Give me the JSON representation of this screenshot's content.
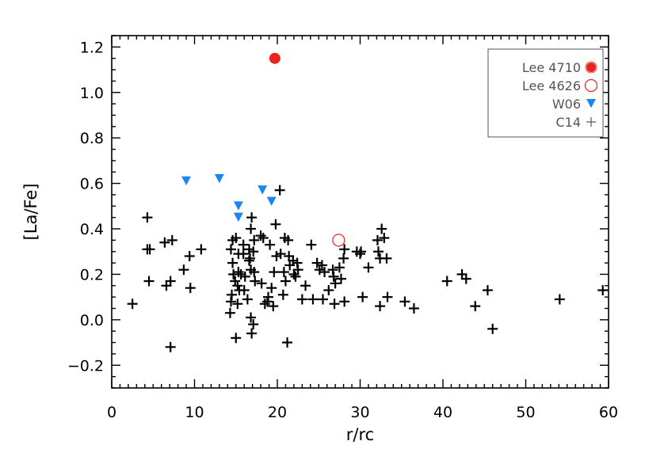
{
  "chart_data": {
    "type": "scatter",
    "xlabel": "r/rc",
    "ylabel": "[La/Fe]",
    "xlim": [
      0,
      60
    ],
    "ylim": [
      -0.3,
      1.25
    ],
    "x_ticks": [
      0,
      10,
      20,
      30,
      40,
      50,
      60
    ],
    "y_ticks": [
      -0.2,
      0.0,
      0.2,
      0.4,
      0.6,
      0.8,
      1.0,
      1.2
    ],
    "x_tick_labels": [
      "0",
      "10",
      "20",
      "30",
      "40",
      "50",
      "60"
    ],
    "y_tick_labels": [
      "−0.2",
      "0.0",
      "0.2",
      "0.4",
      "0.6",
      "0.8",
      "1.0",
      "1.2"
    ],
    "legend_position": "top-right",
    "series": [
      {
        "name": "Lee 4710",
        "marker": "filled-circle",
        "color": "#e8221e",
        "points": [
          [
            19.7,
            1.15
          ]
        ]
      },
      {
        "name": "Lee 4626",
        "marker": "open-circle",
        "color": "#e8221e",
        "points": [
          [
            27.4,
            0.35
          ]
        ]
      },
      {
        "name": "W06",
        "marker": "down-triangle",
        "color": "#1a87f0",
        "points": [
          [
            9.0,
            0.61
          ],
          [
            13.0,
            0.62
          ],
          [
            18.2,
            0.57
          ],
          [
            19.3,
            0.52
          ],
          [
            15.3,
            0.5
          ],
          [
            15.3,
            0.45
          ]
        ]
      },
      {
        "name": "C14",
        "marker": "plus",
        "color": "#000000",
        "points": [
          [
            2.5,
            0.07
          ],
          [
            4.3,
            0.45
          ],
          [
            4.3,
            0.31
          ],
          [
            4.6,
            0.31
          ],
          [
            4.5,
            0.17
          ],
          [
            6.4,
            0.34
          ],
          [
            6.6,
            0.15
          ],
          [
            7.1,
            0.17
          ],
          [
            7.3,
            0.35
          ],
          [
            7.1,
            -0.12
          ],
          [
            8.7,
            0.22
          ],
          [
            9.4,
            0.28
          ],
          [
            9.5,
            0.14
          ],
          [
            10.8,
            0.31
          ],
          [
            14.4,
            0.31
          ],
          [
            14.6,
            0.35
          ],
          [
            14.6,
            0.25
          ],
          [
            14.7,
            0.2
          ],
          [
            14.5,
            0.11
          ],
          [
            14.4,
            0.08
          ],
          [
            14.3,
            0.03
          ],
          [
            14.9,
            0.17
          ],
          [
            15.0,
            0.36
          ],
          [
            15.3,
            0.29
          ],
          [
            15.3,
            0.21
          ],
          [
            15.6,
            0.2
          ],
          [
            15.2,
            0.15
          ],
          [
            15.4,
            0.13
          ],
          [
            15.2,
            0.07
          ],
          [
            15.9,
            0.33
          ],
          [
            15.9,
            0.29
          ],
          [
            16.1,
            0.19
          ],
          [
            16.0,
            0.13
          ],
          [
            16.4,
            0.09
          ],
          [
            16.6,
            0.31
          ],
          [
            16.7,
            0.27
          ],
          [
            16.8,
            0.4
          ],
          [
            16.9,
            0.45
          ],
          [
            16.8,
            0.22
          ],
          [
            16.8,
            0.01
          ],
          [
            16.9,
            -0.06
          ],
          [
            17.1,
            0.3
          ],
          [
            17.2,
            0.35
          ],
          [
            17.2,
            0.21
          ],
          [
            17.3,
            0.17
          ],
          [
            17.1,
            -0.02
          ],
          [
            15.0,
            -0.08
          ],
          [
            16.6,
            0.26
          ],
          [
            18.0,
            0.37
          ],
          [
            18.3,
            0.36
          ],
          [
            18.1,
            0.16
          ],
          [
            18.5,
            0.07
          ],
          [
            18.8,
            0.08
          ],
          [
            18.9,
            0.1
          ],
          [
            19.1,
            0.33
          ],
          [
            19.3,
            0.14
          ],
          [
            19.6,
            0.21
          ],
          [
            19.5,
            0.06
          ],
          [
            19.8,
            0.42
          ],
          [
            19.9,
            0.28
          ],
          [
            20.3,
            0.57
          ],
          [
            20.4,
            0.29
          ],
          [
            20.7,
            0.11
          ],
          [
            20.8,
            0.21
          ],
          [
            20.9,
            0.36
          ],
          [
            21.0,
            0.17
          ],
          [
            21.3,
            0.35
          ],
          [
            21.4,
            0.28
          ],
          [
            21.5,
            0.24
          ],
          [
            21.2,
            -0.1
          ],
          [
            21.9,
            0.26
          ],
          [
            22.0,
            0.2
          ],
          [
            22.4,
            0.25
          ],
          [
            22.5,
            0.22
          ],
          [
            22.2,
            0.19
          ],
          [
            23.0,
            0.09
          ],
          [
            23.4,
            0.15
          ],
          [
            24.1,
            0.33
          ],
          [
            24.3,
            0.09
          ],
          [
            24.8,
            0.25
          ],
          [
            25.1,
            0.22
          ],
          [
            25.4,
            0.24
          ],
          [
            25.5,
            0.09
          ],
          [
            25.7,
            0.21
          ],
          [
            26.2,
            0.13
          ],
          [
            26.7,
            0.22
          ],
          [
            26.8,
            0.19
          ],
          [
            26.9,
            0.07
          ],
          [
            27.0,
            0.16
          ],
          [
            27.5,
            0.23
          ],
          [
            27.7,
            0.18
          ],
          [
            28.0,
            0.27
          ],
          [
            28.1,
            0.31
          ],
          [
            28.1,
            0.08
          ],
          [
            29.6,
            0.3
          ],
          [
            30.0,
            0.29
          ],
          [
            30.1,
            0.3
          ],
          [
            30.3,
            0.1
          ],
          [
            31.0,
            0.23
          ],
          [
            32.1,
            0.35
          ],
          [
            32.2,
            0.3
          ],
          [
            32.4,
            0.27
          ],
          [
            32.6,
            0.4
          ],
          [
            32.9,
            0.36
          ],
          [
            33.2,
            0.27
          ],
          [
            32.4,
            0.06
          ],
          [
            33.3,
            0.1
          ],
          [
            35.4,
            0.08
          ],
          [
            36.5,
            0.05
          ],
          [
            40.5,
            0.17
          ],
          [
            42.3,
            0.2
          ],
          [
            42.8,
            0.18
          ],
          [
            43.9,
            0.06
          ],
          [
            45.4,
            0.13
          ],
          [
            46.0,
            -0.04
          ],
          [
            54.1,
            0.09
          ],
          [
            59.3,
            0.13
          ]
        ]
      }
    ]
  }
}
